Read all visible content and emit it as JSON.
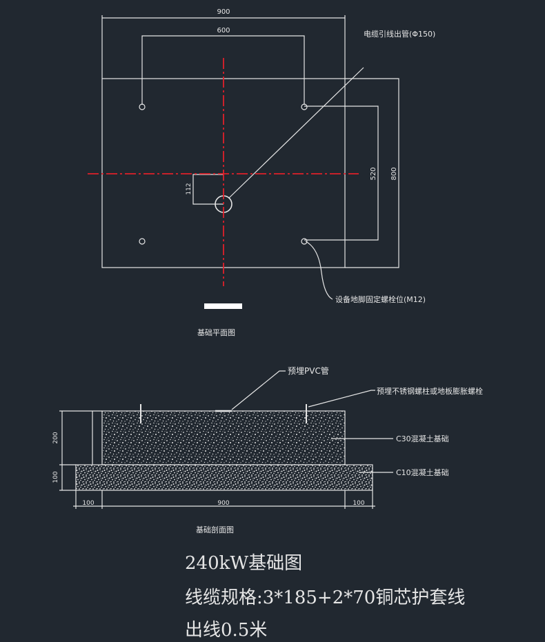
{
  "plan": {
    "dim_top": "900",
    "dim_bolt_span": "600",
    "dim_bolt_vertical": "520",
    "dim_right": "800",
    "dim_offset": "112",
    "cable_outlet_label": "电缆引线出管(Φ150)",
    "bolt_label": "设备地脚固定螺栓位(M12)",
    "title": "基础平面图"
  },
  "section": {
    "pvc_label": "预埋PVC管",
    "bolt_label": "预埋不锈钢螺柱或地板膨胀螺栓",
    "c30_label": "C30混凝土基础",
    "c10_label": "C10混凝土基础",
    "dim_height_top": "200",
    "dim_height_bottom": "100",
    "dim_left": "100",
    "dim_middle": "900",
    "dim_right": "100",
    "title": "基础剖面图"
  },
  "notes": {
    "line1": "240kW基础图",
    "line2": "线缆规格:3*185+2*70铜芯护套线",
    "line3": "出线0.5米"
  },
  "colors": {
    "background": "#212830",
    "lines": "#e6e6e6",
    "centerline": "#e0202a"
  }
}
